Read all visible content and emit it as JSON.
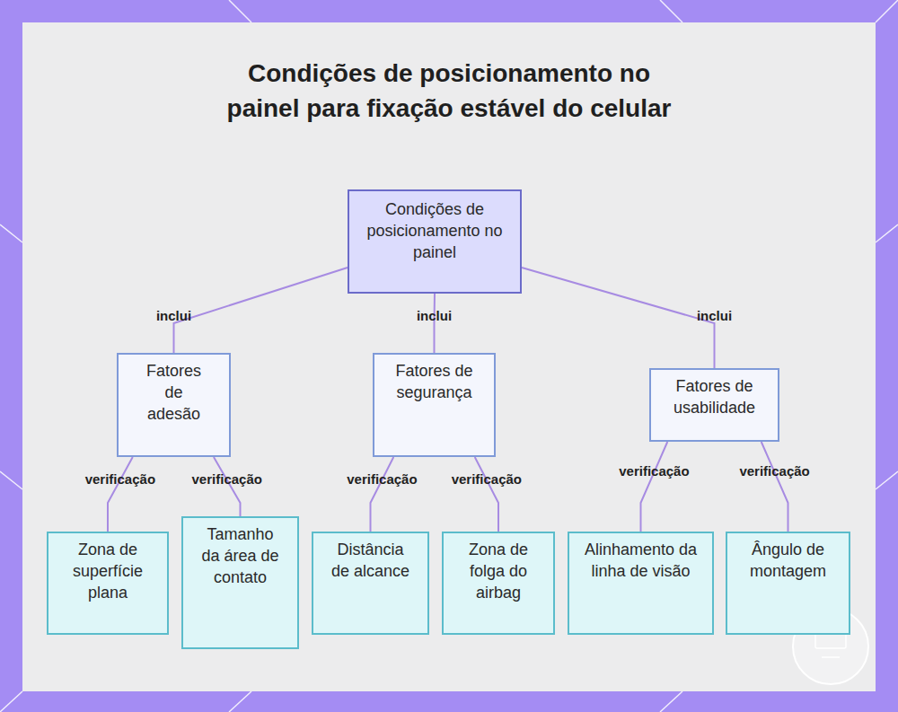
{
  "diagram": {
    "title": "Condições de posicionamento no painel para fixação estável do celular",
    "nodes": [
      {
        "text": [
          "Condições de posicionamento no painel"
        ]
      },
      {
        "text": [
          "Fatores de adesão"
        ]
      },
      {
        "text": [
          "Fatores de segurança"
        ]
      },
      {
        "text": [
          "Fatores de usabilidade"
        ]
      },
      {
        "text": [
          "Zona de superfície plana"
        ]
      },
      {
        "text": [
          "Tamanho da área de contato"
        ]
      },
      {
        "text": [
          "Distância de alcance"
        ]
      },
      {
        "text": [
          "Zona de folga do airbag"
        ]
      },
      {
        "text": [
          "Alinhamento da linha de visão"
        ]
      },
      {
        "text": [
          "Ângulo de montagem"
        ]
      }
    ],
    "edges": [
      {
        "from": 0,
        "to": 1,
        "label": "inclui",
        "arrow": "none"
      },
      {
        "from": 0,
        "to": 2,
        "label": "inclui",
        "arrow": "none"
      },
      {
        "from": 0,
        "to": 3,
        "label": "inclui",
        "arrow": "none"
      },
      {
        "from": 1,
        "to": 4,
        "label": "verificação",
        "arrow": "none"
      },
      {
        "from": 1,
        "to": 5,
        "label": "verificação",
        "arrow": "none"
      },
      {
        "from": 2,
        "to": 6,
        "label": "verificação",
        "arrow": "none"
      },
      {
        "from": 2,
        "to": 7,
        "label": "verificação",
        "arrow": "none"
      },
      {
        "from": 3,
        "to": 8,
        "label": "verificação",
        "arrow": "none"
      },
      {
        "from": 3,
        "to": 9,
        "label": "verificação",
        "arrow": "none"
      }
    ]
  }
}
